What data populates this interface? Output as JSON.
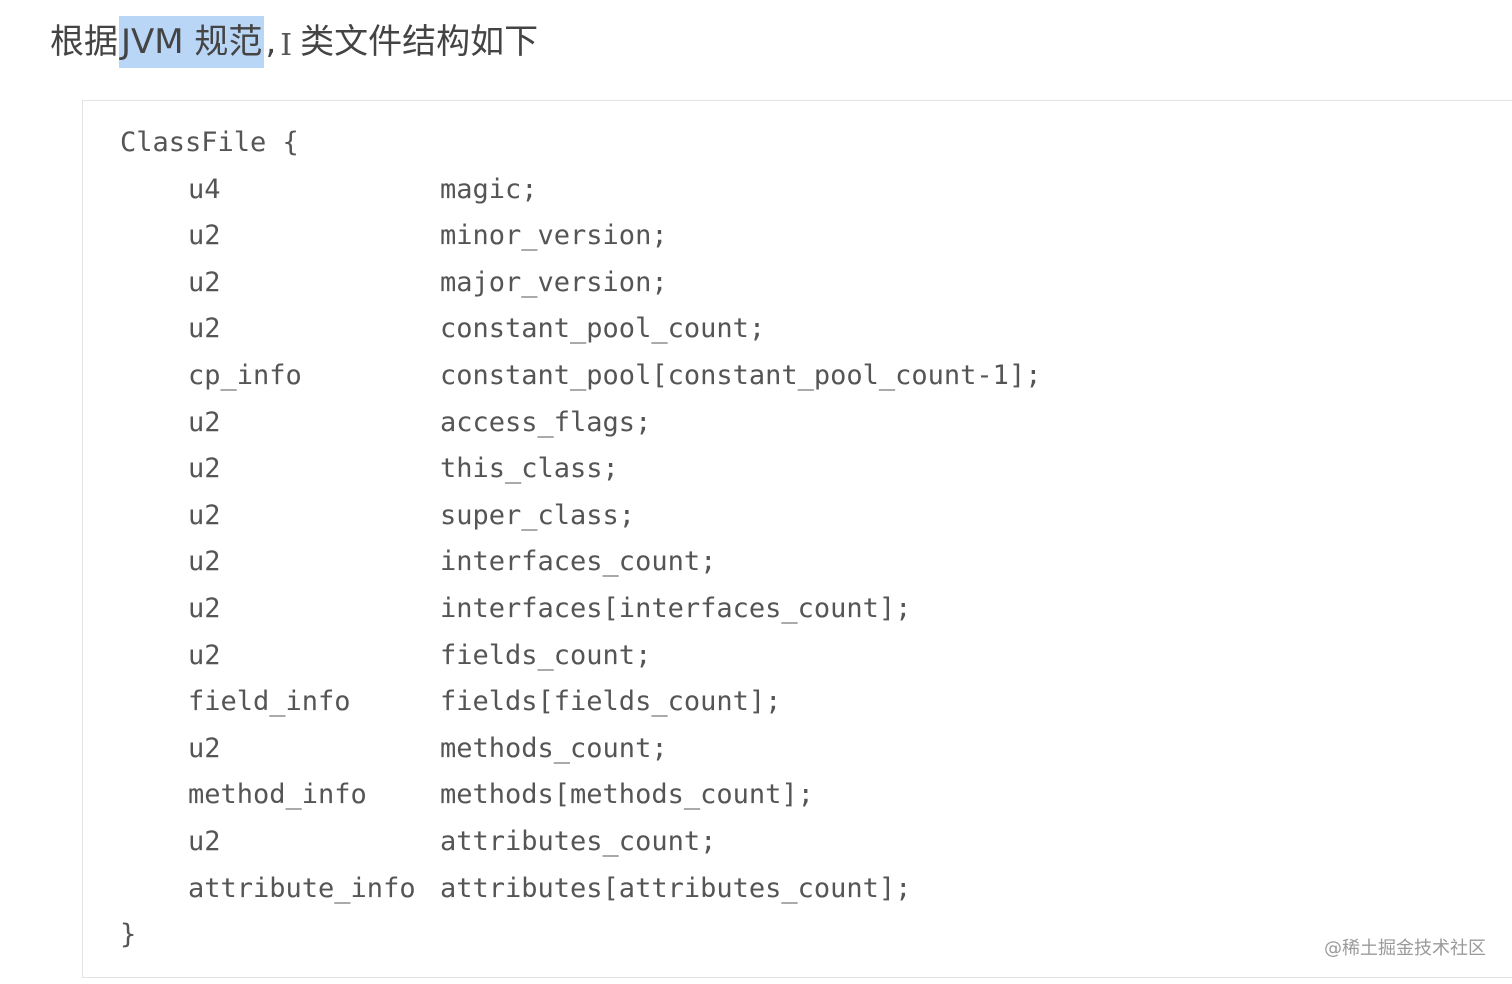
{
  "heading": {
    "prefix": "根据",
    "highlighted": "JVM 规范",
    "comma": ",",
    "cursor": "I",
    "suffix": "类文件结构如下"
  },
  "code": {
    "open": "ClassFile {",
    "fields": [
      {
        "type": "u4",
        "name": "magic;"
      },
      {
        "type": "u2",
        "name": "minor_version;"
      },
      {
        "type": "u2",
        "name": "major_version;"
      },
      {
        "type": "u2",
        "name": "constant_pool_count;"
      },
      {
        "type": "cp_info",
        "name": "constant_pool[constant_pool_count-1];"
      },
      {
        "type": "u2",
        "name": "access_flags;"
      },
      {
        "type": "u2",
        "name": "this_class;"
      },
      {
        "type": "u2",
        "name": "super_class;"
      },
      {
        "type": "u2",
        "name": "interfaces_count;"
      },
      {
        "type": "u2",
        "name": "interfaces[interfaces_count];"
      },
      {
        "type": "u2",
        "name": "fields_count;"
      },
      {
        "type": "field_info",
        "name": "fields[fields_count];"
      },
      {
        "type": "u2",
        "name": "methods_count;"
      },
      {
        "type": "method_info",
        "name": "methods[methods_count];"
      },
      {
        "type": "u2",
        "name": "attributes_count;"
      },
      {
        "type": "attribute_info",
        "name": "attributes[attributes_count];"
      }
    ],
    "close": "}"
  },
  "watermark": "@稀土掘金技术社区",
  "colors": {
    "selection_highlight": "#b9d6f7",
    "code_text": "#555555",
    "heading_text": "#444444",
    "card_border": "#e3e3e3"
  }
}
